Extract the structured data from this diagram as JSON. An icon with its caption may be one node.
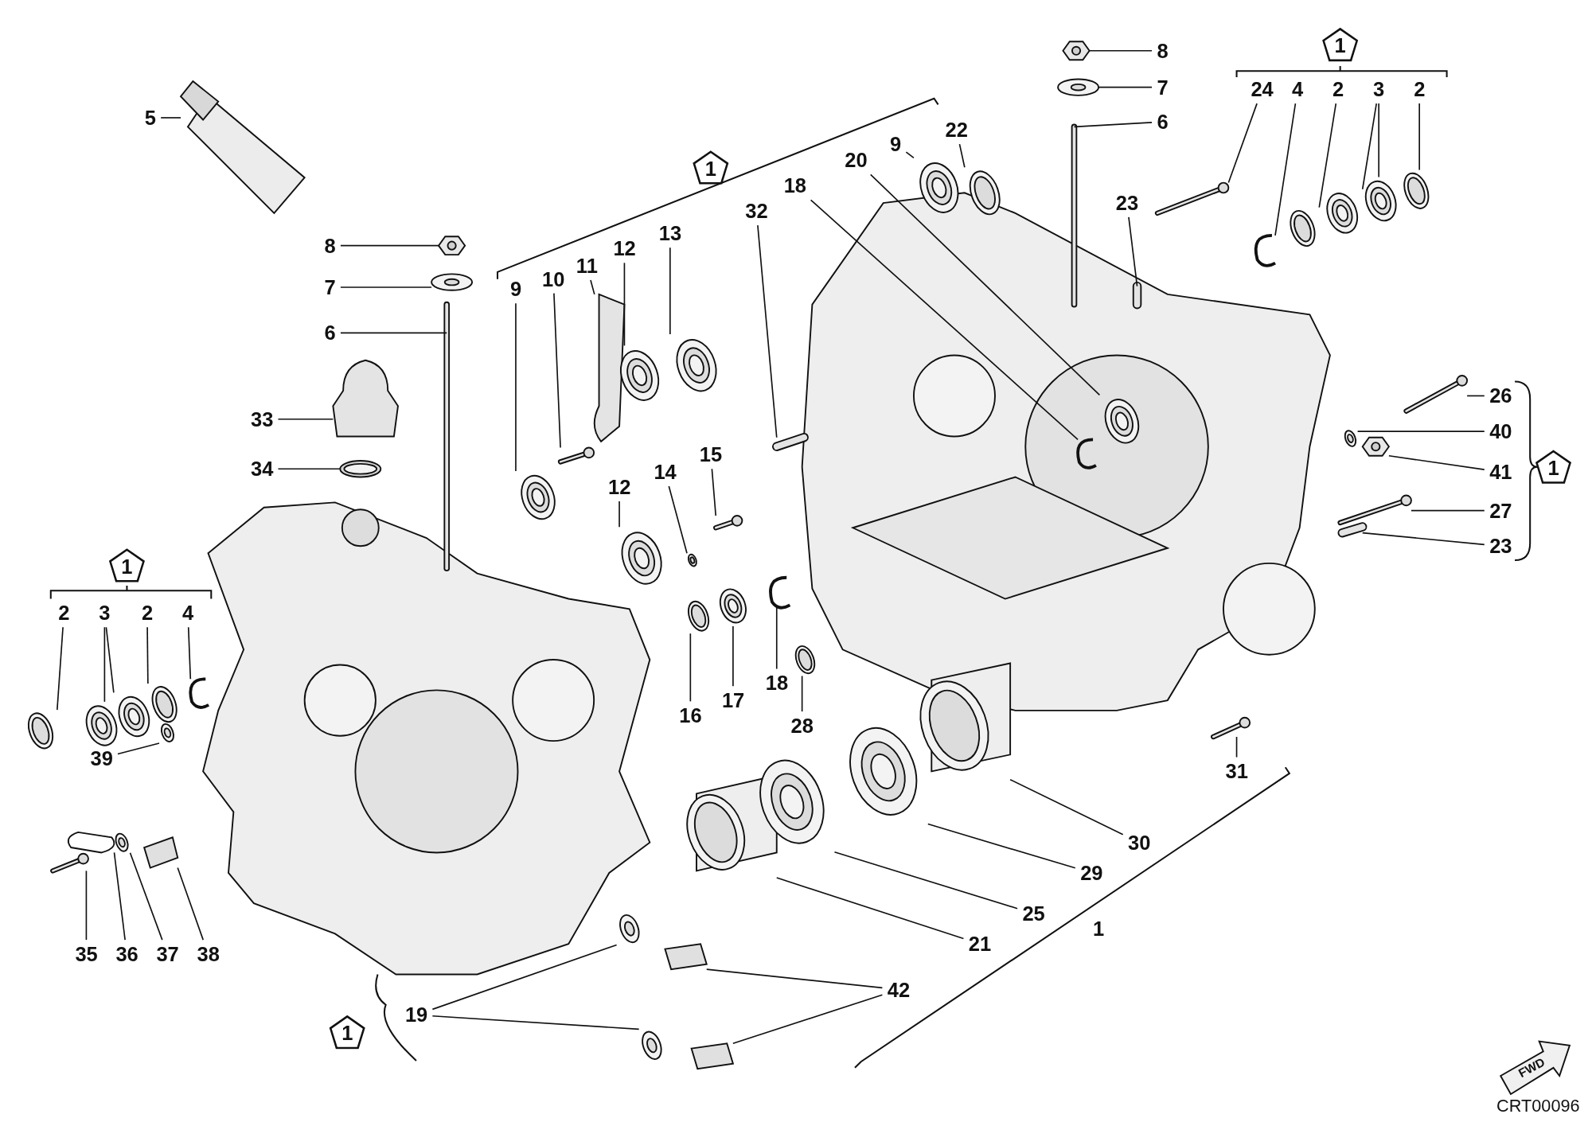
{
  "diagram": {
    "nodes": [
      {
        "text": [
          "5"
        ]
      },
      {
        "text": [
          "8"
        ]
      },
      {
        "text": [
          "7"
        ]
      },
      {
        "text": [
          "6"
        ]
      },
      {
        "text": [
          "33"
        ]
      },
      {
        "text": [
          "34"
        ]
      },
      {
        "text": [
          "1"
        ]
      },
      {
        "text": [
          "2"
        ]
      },
      {
        "text": [
          "3"
        ]
      },
      {
        "text": [
          "2"
        ]
      },
      {
        "text": [
          "4"
        ]
      },
      {
        "text": [
          "39"
        ]
      },
      {
        "text": [
          "35"
        ]
      },
      {
        "text": [
          "36"
        ]
      },
      {
        "text": [
          "37"
        ]
      },
      {
        "text": [
          "38"
        ]
      },
      {
        "text": [
          "1"
        ]
      },
      {
        "text": [
          "19"
        ]
      },
      {
        "text": [
          "1"
        ]
      },
      {
        "text": [
          "9"
        ]
      },
      {
        "text": [
          "10"
        ]
      },
      {
        "text": [
          "11"
        ]
      },
      {
        "text": [
          "12"
        ]
      },
      {
        "text": [
          "13"
        ]
      },
      {
        "text": [
          "32"
        ]
      },
      {
        "text": [
          "12"
        ]
      },
      {
        "text": [
          "14"
        ]
      },
      {
        "text": [
          "15"
        ]
      },
      {
        "text": [
          "16"
        ]
      },
      {
        "text": [
          "17"
        ]
      },
      {
        "text": [
          "18"
        ]
      },
      {
        "text": [
          "28"
        ]
      },
      {
        "text": [
          "42"
        ]
      },
      {
        "text": [
          "21"
        ]
      },
      {
        "text": [
          "25"
        ]
      },
      {
        "text": [
          "29"
        ]
      },
      {
        "text": [
          "30"
        ]
      },
      {
        "text": [
          "31"
        ]
      },
      {
        "text": [
          "1"
        ]
      },
      {
        "text": [
          "8"
        ]
      },
      {
        "text": [
          "7"
        ]
      },
      {
        "text": [
          "6"
        ]
      },
      {
        "text": [
          "9"
        ]
      },
      {
        "text": [
          "22"
        ]
      },
      {
        "text": [
          "20"
        ]
      },
      {
        "text": [
          "18"
        ]
      },
      {
        "text": [
          "23"
        ]
      },
      {
        "text": [
          "1"
        ]
      },
      {
        "text": [
          "24"
        ]
      },
      {
        "text": [
          "4"
        ]
      },
      {
        "text": [
          "2"
        ]
      },
      {
        "text": [
          "3"
        ]
      },
      {
        "text": [
          "2"
        ]
      },
      {
        "text": [
          "26"
        ]
      },
      {
        "text": [
          "40"
        ]
      },
      {
        "text": [
          "41"
        ]
      },
      {
        "text": [
          "27"
        ]
      },
      {
        "text": [
          "23"
        ]
      },
      {
        "text": [
          "1"
        ]
      },
      {
        "text": [],
        "shape": "picture"
      },
      {
        "text": [],
        "shape": "picture"
      },
      {
        "text": [],
        "shape": "picture"
      },
      {
        "text": [],
        "shape": "picture"
      },
      {
        "text": [],
        "shape": "picture"
      },
      {
        "text": [],
        "shape": "picture"
      },
      {
        "text": [],
        "shape": "picture"
      },
      {
        "text": [],
        "shape": "picture"
      },
      {
        "text": [],
        "shape": "picture"
      },
      {
        "text": [],
        "shape": "picture"
      },
      {
        "text": [],
        "shape": "picture"
      },
      {
        "text": [],
        "shape": "picture"
      },
      {
        "text": [],
        "shape": "picture"
      },
      {
        "text": [],
        "shape": "picture"
      },
      {
        "text": [],
        "shape": "picture"
      },
      {
        "text": [],
        "shape": "picture"
      },
      {
        "text": [],
        "shape": "picture"
      },
      {
        "text": [],
        "shape": "picture"
      },
      {
        "text": [],
        "shape": "picture"
      },
      {
        "text": [],
        "shape": "picture"
      },
      {
        "text": [],
        "shape": "picture"
      },
      {
        "text": [],
        "shape": "picture"
      },
      {
        "text": [],
        "shape": "picture"
      },
      {
        "text": [],
        "shape": "picture"
      },
      {
        "text": [],
        "shape": "picture"
      },
      {
        "text": [],
        "shape": "picture"
      },
      {
        "text": [],
        "shape": "picture"
      },
      {
        "text": [],
        "shape": "picture"
      },
      {
        "text": [],
        "shape": "picture"
      },
      {
        "text": [],
        "shape": "picture"
      },
      {
        "text": [],
        "shape": "picture"
      },
      {
        "text": [],
        "shape": "picture"
      },
      {
        "text": [],
        "shape": "picture"
      },
      {
        "text": [],
        "shape": "picture"
      },
      {
        "text": [],
        "shape": "picture"
      },
      {
        "text": [],
        "shape": "picture"
      },
      {
        "text": [],
        "shape": "picture"
      },
      {
        "text": [],
        "shape": "picture"
      },
      {
        "text": [],
        "shape": "picture"
      },
      {
        "text": [],
        "shape": "picture"
      },
      {
        "text": [],
        "shape": "picture"
      },
      {
        "text": [],
        "shape": "picture"
      },
      {
        "text": [],
        "shape": "picture"
      },
      {
        "text": [],
        "shape": "picture"
      },
      {
        "text": [],
        "shape": "picture"
      },
      {
        "text": [],
        "shape": "picture"
      },
      {
        "text": [],
        "shape": "picture"
      },
      {
        "text": [],
        "shape": "picture"
      },
      {
        "text": [],
        "shape": "picture"
      },
      {
        "text": [],
        "shape": "picture"
      },
      {
        "text": [],
        "shape": "picture"
      },
      {
        "text": [],
        "shape": "picture"
      },
      {
        "text": [],
        "shape": "picture"
      },
      {
        "text": [],
        "shape": "picture"
      },
      {
        "text": [],
        "shape": "picture"
      },
      {
        "text": [],
        "shape": "picture"
      },
      {
        "text": [],
        "shape": "picture"
      }
    ],
    "edges": [
      {
        "from": 0,
        "to": 59,
        "arrow": "none"
      },
      {
        "from": 1,
        "to": 60,
        "arrow": "none"
      },
      {
        "from": 2,
        "to": 61,
        "arrow": "none"
      },
      {
        "from": 3,
        "to": 62,
        "arrow": "none"
      },
      {
        "from": 4,
        "to": 63,
        "arrow": "none"
      },
      {
        "from": 5,
        "to": 64,
        "arrow": "none"
      },
      {
        "from": 7,
        "to": 65,
        "arrow": "none"
      },
      {
        "from": 8,
        "to": 66,
        "arrow": "none"
      },
      {
        "from": 8,
        "to": 67,
        "arrow": "none"
      },
      {
        "from": 9,
        "to": 68,
        "arrow": "none"
      },
      {
        "from": 10,
        "to": 69,
        "arrow": "none"
      },
      {
        "from": 11,
        "to": 70,
        "arrow": "none"
      },
      {
        "from": 12,
        "to": 71,
        "arrow": "none"
      },
      {
        "from": 13,
        "to": 72,
        "arrow": "none"
      },
      {
        "from": 14,
        "to": 73,
        "arrow": "none"
      },
      {
        "from": 15,
        "to": 74,
        "arrow": "none"
      },
      {
        "from": 17,
        "to": 75,
        "arrow": "none"
      },
      {
        "from": 17,
        "to": 76,
        "arrow": "none"
      },
      {
        "from": 19,
        "to": 77,
        "arrow": "none"
      },
      {
        "from": 20,
        "to": 78,
        "arrow": "none"
      },
      {
        "from": 21,
        "to": 79,
        "arrow": "none"
      },
      {
        "from": 22,
        "to": 80,
        "arrow": "none"
      },
      {
        "from": 23,
        "to": 81,
        "arrow": "none"
      },
      {
        "from": 24,
        "to": 82,
        "arrow": "none"
      },
      {
        "from": 25,
        "to": 83,
        "arrow": "none"
      },
      {
        "from": 26,
        "to": 84,
        "arrow": "none"
      },
      {
        "from": 27,
        "to": 85,
        "arrow": "none"
      },
      {
        "from": 28,
        "to": 86,
        "arrow": "none"
      },
      {
        "from": 29,
        "to": 87,
        "arrow": "none"
      },
      {
        "from": 30,
        "to": 88,
        "arrow": "none"
      },
      {
        "from": 31,
        "to": 89,
        "arrow": "none"
      },
      {
        "from": 32,
        "to": 90,
        "arrow": "none"
      },
      {
        "from": 32,
        "to": 91,
        "arrow": "none"
      },
      {
        "from": 33,
        "to": 92,
        "arrow": "none"
      },
      {
        "from": 34,
        "to": 93,
        "arrow": "none"
      },
      {
        "from": 35,
        "to": 94,
        "arrow": "none"
      },
      {
        "from": 36,
        "to": 95,
        "arrow": "none"
      },
      {
        "from": 37,
        "to": 96,
        "arrow": "none"
      },
      {
        "from": 39,
        "to": 97,
        "arrow": "none"
      },
      {
        "from": 40,
        "to": 98,
        "arrow": "none"
      },
      {
        "from": 41,
        "to": 99,
        "arrow": "none"
      },
      {
        "from": 42,
        "to": 100,
        "arrow": "none"
      },
      {
        "from": 43,
        "to": 101,
        "arrow": "none"
      },
      {
        "from": 44,
        "to": 102,
        "arrow": "none"
      },
      {
        "from": 45,
        "to": 103,
        "arrow": "none"
      },
      {
        "from": 46,
        "to": 104,
        "arrow": "none"
      },
      {
        "from": 48,
        "to": 105,
        "arrow": "none"
      },
      {
        "from": 49,
        "to": 106,
        "arrow": "none"
      },
      {
        "from": 50,
        "to": 107,
        "arrow": "none"
      },
      {
        "from": 51,
        "to": 108,
        "arrow": "none"
      },
      {
        "from": 51,
        "to": 109,
        "arrow": "none"
      },
      {
        "from": 52,
        "to": 110,
        "arrow": "none"
      },
      {
        "from": 53,
        "to": 111,
        "arrow": "none"
      },
      {
        "from": 54,
        "to": 112,
        "arrow": "none"
      },
      {
        "from": 55,
        "to": 113,
        "arrow": "none"
      },
      {
        "from": 56,
        "to": 114,
        "arrow": "none"
      },
      {
        "from": 57,
        "to": 115,
        "arrow": "none"
      }
    ],
    "labels": [
      "FWD",
      "CRT00096"
    ]
  }
}
